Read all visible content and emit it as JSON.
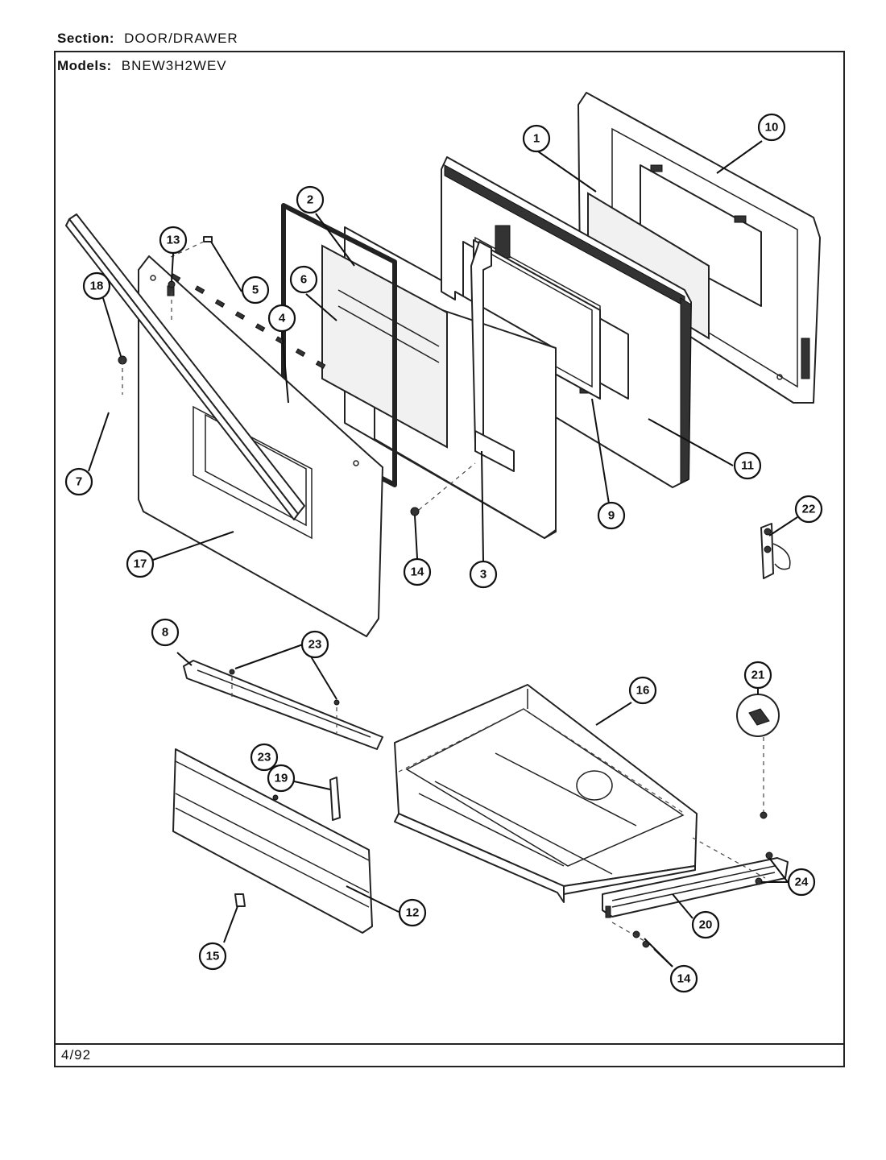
{
  "header": {
    "section_label": "Section:",
    "section_value": "DOOR/DRAWER",
    "models_label": "Models:",
    "models_value": "BNEW3H2WEV"
  },
  "footer": {
    "date": "4/92"
  },
  "callouts": [
    "1",
    "10",
    "2",
    "13",
    "18",
    "5",
    "6",
    "4",
    "11",
    "7",
    "9",
    "17",
    "14",
    "3",
    "22",
    "8",
    "23",
    "16",
    "21",
    "23",
    "19",
    "24",
    "12",
    "20",
    "15",
    "14"
  ]
}
